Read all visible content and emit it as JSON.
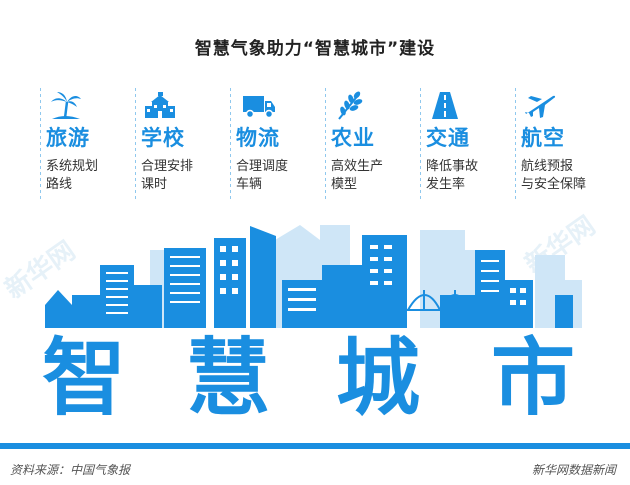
{
  "title": "智慧气象助力“智慧城市”建设",
  "categories": [
    {
      "name": "旅游",
      "icon": "palm-tree-icon",
      "lines": [
        "系统规划",
        "路线"
      ]
    },
    {
      "name": "学校",
      "icon": "school-icon",
      "lines": [
        "合理安排",
        "课时"
      ]
    },
    {
      "name": "物流",
      "icon": "truck-icon",
      "lines": [
        "合理调度",
        "车辆"
      ]
    },
    {
      "name": "农业",
      "icon": "wheat-icon",
      "lines": [
        "高效生产",
        "模型"
      ]
    },
    {
      "name": "交通",
      "icon": "road-icon",
      "lines": [
        "降低事故",
        "发生率"
      ]
    },
    {
      "name": "航空",
      "icon": "airplane-icon",
      "lines": [
        "航线预报",
        "与安全保障"
      ]
    }
  ],
  "big_word": [
    "智",
    "慧",
    "城",
    "市"
  ],
  "watermark": "新华网",
  "footer": {
    "source": "资料来源：中国气象报",
    "brand": "新华网数据新闻"
  },
  "colors": {
    "accent": "#1a8ee0",
    "light_building": "#cfe6f7",
    "divider": "#8fc8ee"
  }
}
